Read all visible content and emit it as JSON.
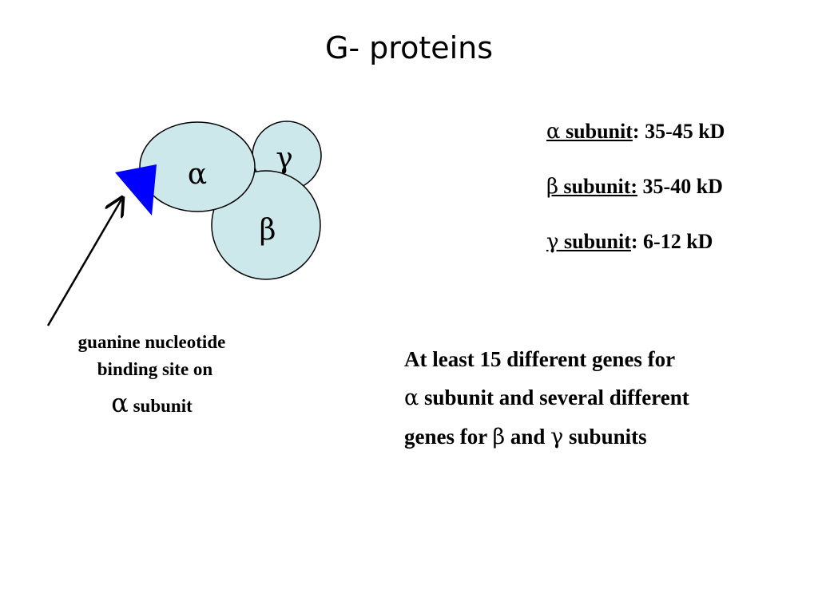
{
  "title": "G- proteins",
  "diagram": {
    "alpha_label": "α",
    "beta_label": "β",
    "gamma_label": "γ",
    "colors": {
      "subunit_fill": "#cce8ea",
      "binding_site": "#0000ff",
      "outline": "#000000"
    }
  },
  "subunits": [
    {
      "symbol": "α",
      "label": " subunit",
      "value": ": 35-45 kD"
    },
    {
      "symbol": "β",
      "label": " subunit:",
      "value": " 35-40 kD"
    },
    {
      "symbol": "γ",
      "label": " subunit",
      "value": ": 6-12 kD"
    }
  ],
  "caption": {
    "line1": "guanine nucleotide",
    "line2": "binding site on",
    "alpha": "α",
    "line3": " subunit"
  },
  "genes": {
    "line1": "At least 15 different genes for",
    "alpha": "α",
    "line2": " subunit and several different",
    "line3a": "genes for ",
    "beta": "β",
    "line3b": " and ",
    "gamma": "γ",
    "line3c": " subunits"
  }
}
